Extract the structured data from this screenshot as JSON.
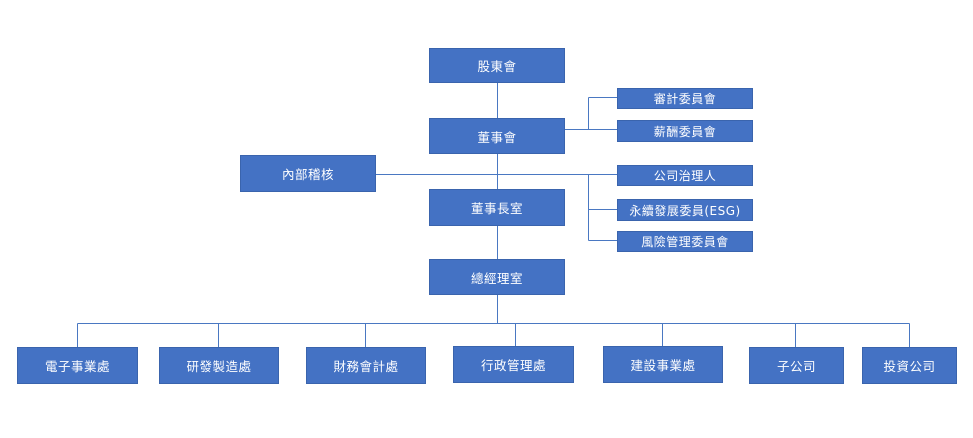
{
  "org_chart": {
    "shareholders": "股東會",
    "board": "董事會",
    "committees_upper": [
      "審計委員會",
      "薪酬委員會"
    ],
    "internal_audit": "內部稽核",
    "committees_lower": [
      "公司治理人",
      "永續發展委員(ESG)",
      "風險管理委員會"
    ],
    "chairman_office": "董事長室",
    "gm_office": "總經理室",
    "departments": [
      "電子事業處",
      "研發製造處",
      "財務會計處",
      "行政管理處",
      "建設事業處",
      "子公司",
      "投資公司"
    ]
  }
}
